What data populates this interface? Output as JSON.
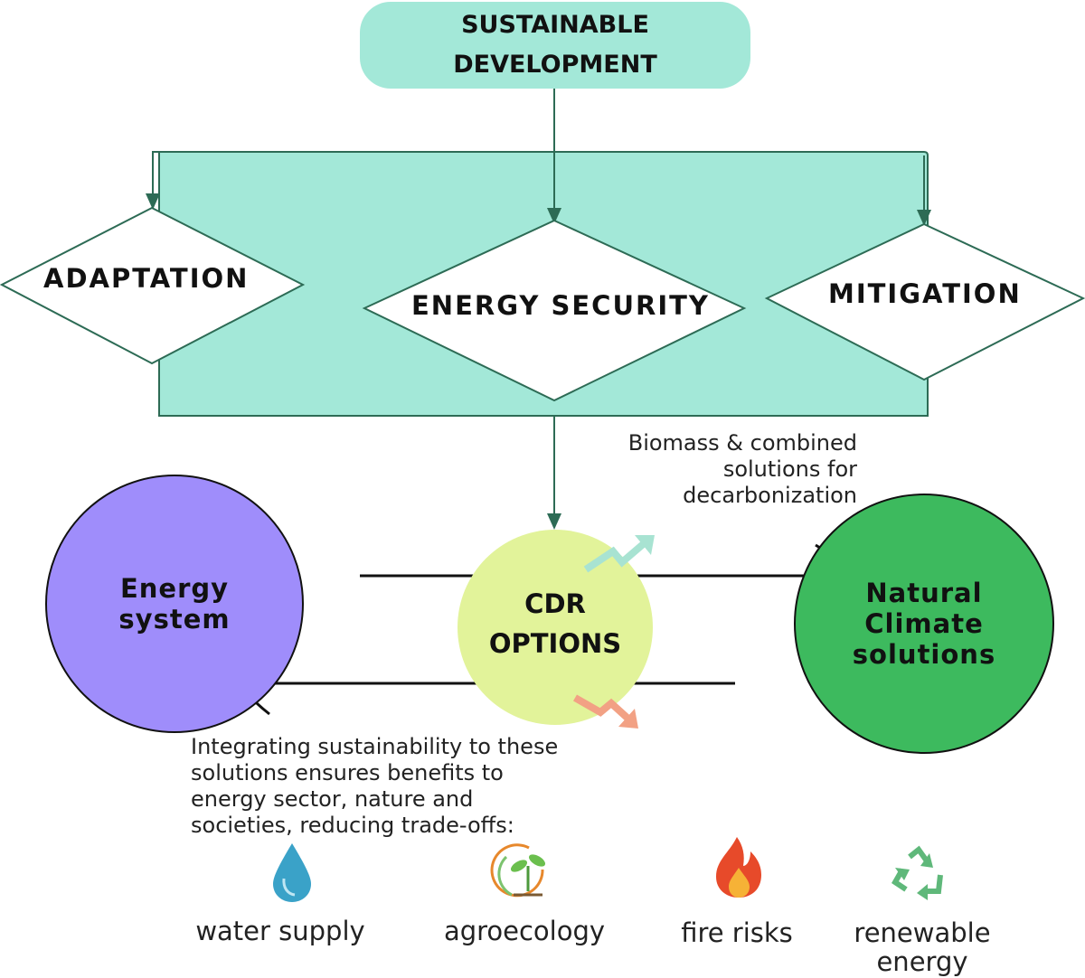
{
  "title": {
    "line1": "SUSTAINABLE",
    "line2": "DEVELOPMENT"
  },
  "pillars": {
    "adaptation": "ADAPTATION",
    "energy_security": "ENERGY SECURITY",
    "mitigation": "MITIGATION"
  },
  "nodes": {
    "energy_system": {
      "line1": "Energy",
      "line2": "system"
    },
    "cdr_options": {
      "line1": "CDR",
      "line2": "OPTIONS"
    },
    "natural_climate": {
      "line1": "Natural",
      "line2": "Climate",
      "line3": "solutions"
    }
  },
  "notes": {
    "biomass": {
      "line1": "Biomass & combined",
      "line2": "solutions for",
      "line3": "decarbonization"
    },
    "integrating": {
      "line1": "Integrating sustainability to these",
      "line2": "solutions ensures benefits to",
      "line3": "energy sector, nature and",
      "line4": "societies, reducing trade-offs:"
    }
  },
  "benefits": {
    "water": {
      "label": "water supply",
      "icon": "water-drop-icon"
    },
    "agro": {
      "label": "agroecology",
      "icon": "sprout-icon"
    },
    "fire": {
      "label": "fire risks",
      "icon": "flame-icon"
    },
    "renewable": {
      "line1": "renewable",
      "line2": "energy",
      "icon": "recycle-icon"
    }
  },
  "colors": {
    "mint": "#a3e8d8",
    "outline": "#2d6b55",
    "energy_system": "#9f8dfb",
    "cdr_options": "#e2f39a",
    "natural_climate": "#3dba5e",
    "trend_up": "#a8e3d2",
    "trend_down": "#f2a184"
  }
}
